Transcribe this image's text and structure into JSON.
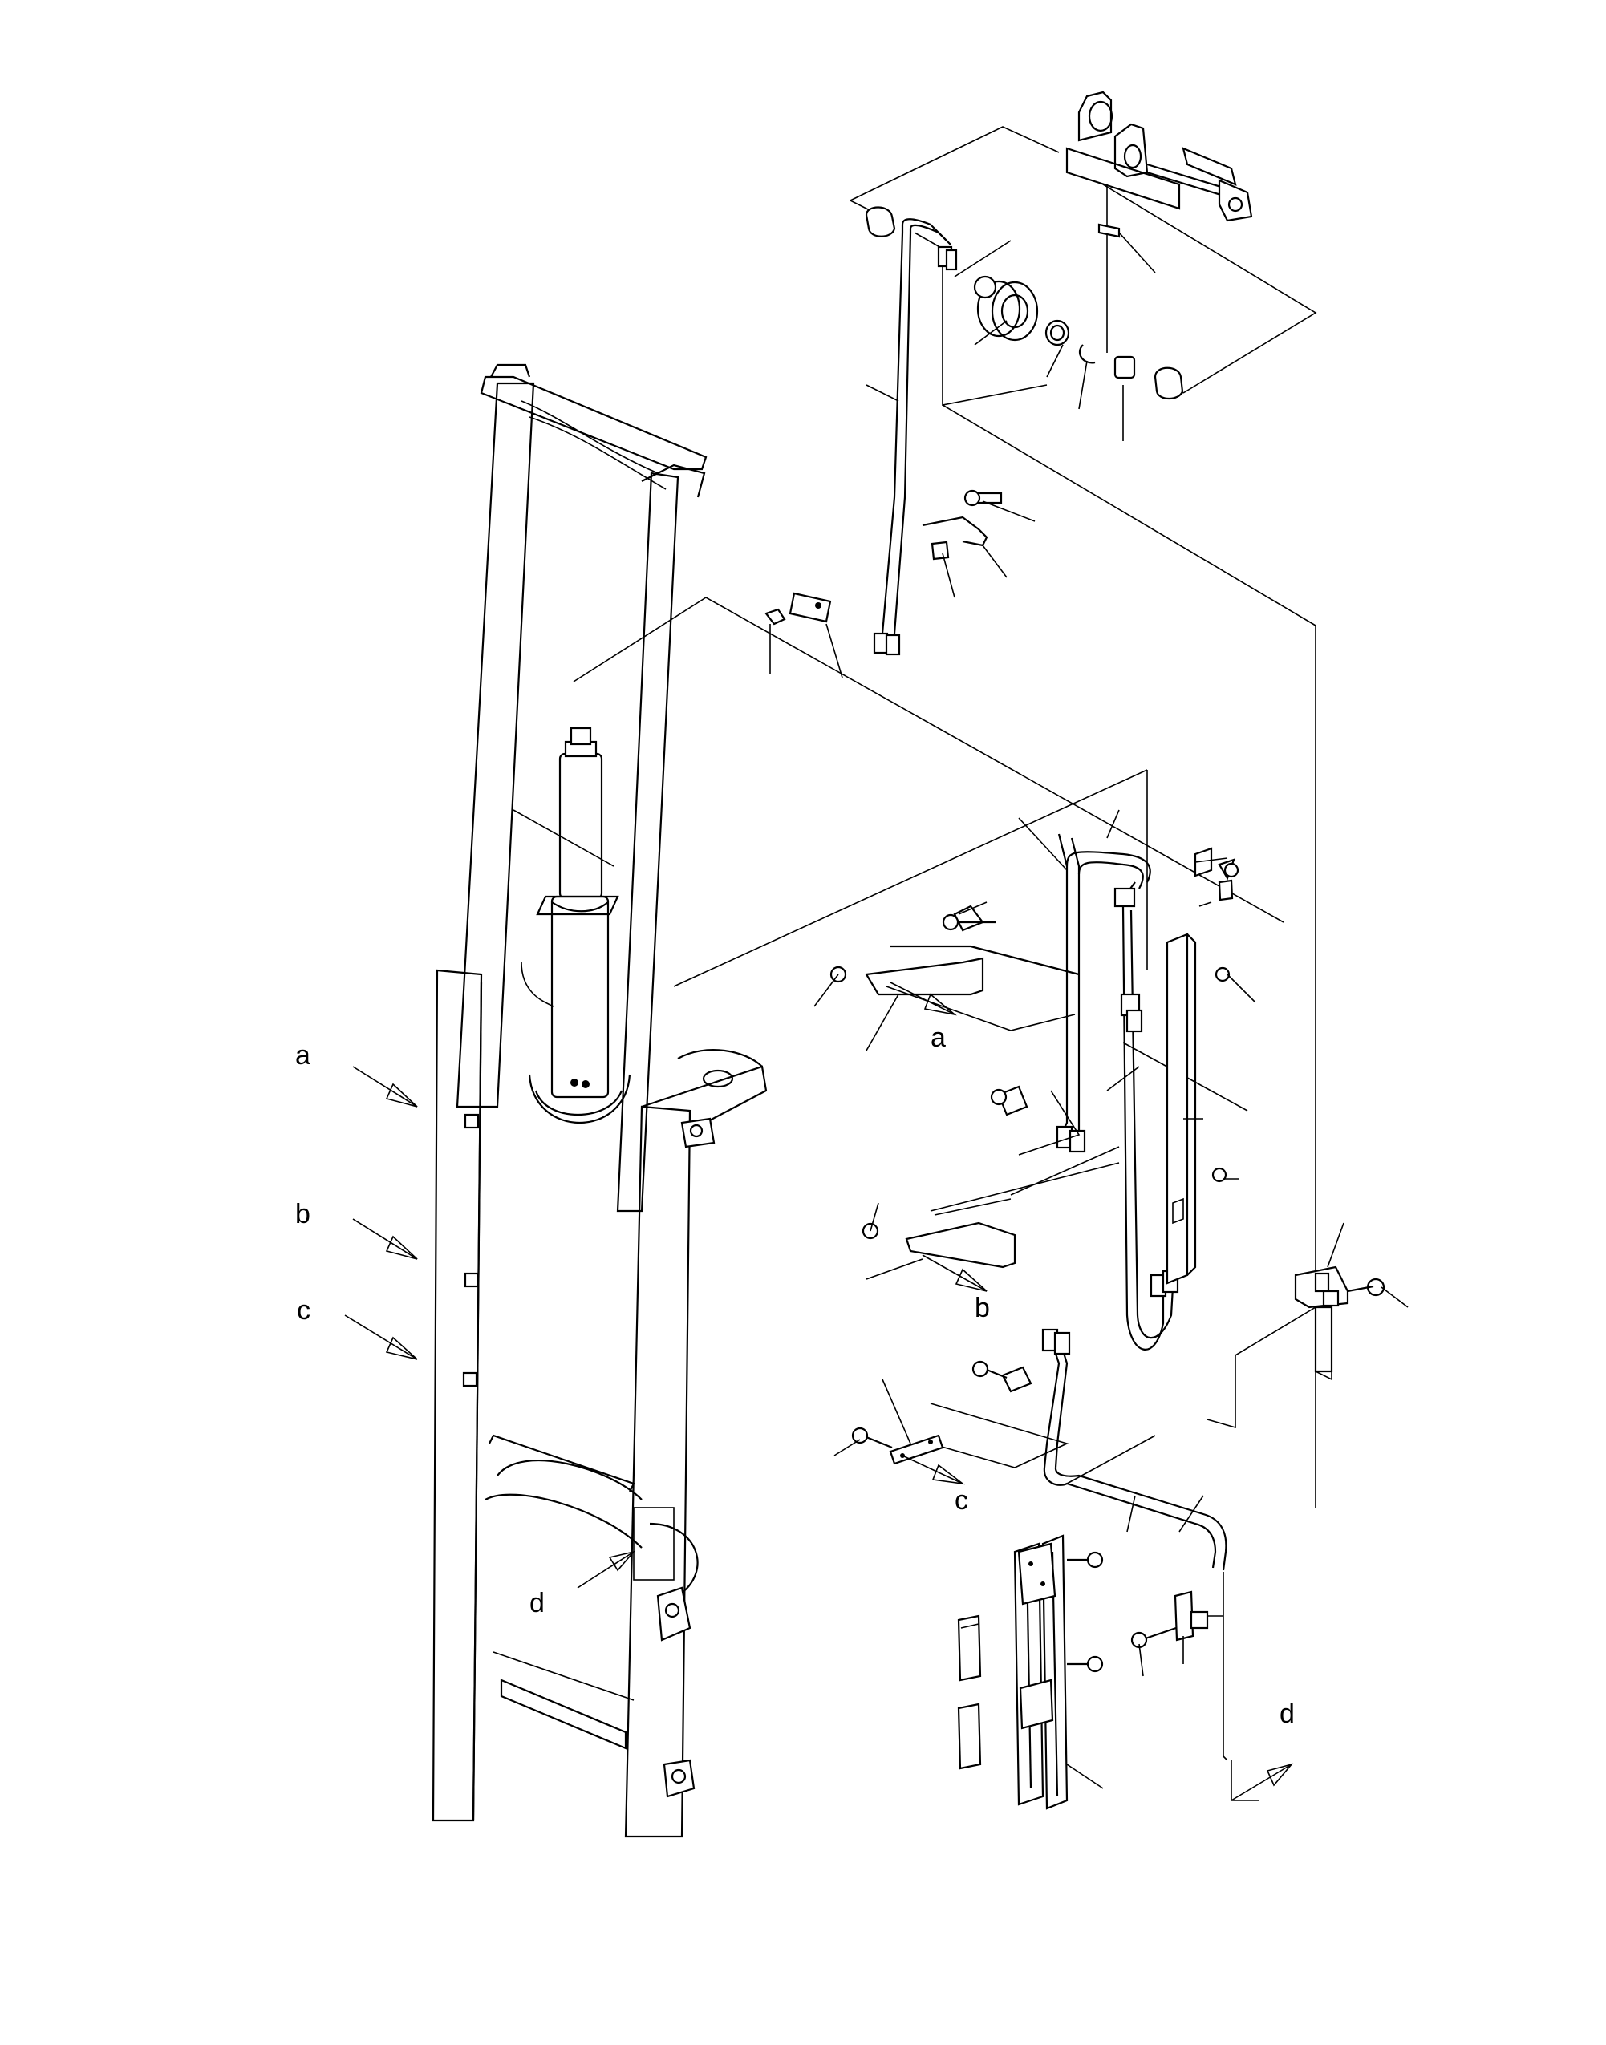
{
  "callouts": [
    {
      "id": "a",
      "label": "a"
    },
    {
      "id": "b",
      "label": "b"
    },
    {
      "id": "c",
      "label": "c"
    },
    {
      "id": "d",
      "label": "d"
    },
    {
      "id": "a2",
      "label": "a"
    },
    {
      "id": "b2",
      "label": "b"
    },
    {
      "id": "c2",
      "label": "c"
    },
    {
      "id": "d2",
      "label": "d"
    }
  ]
}
